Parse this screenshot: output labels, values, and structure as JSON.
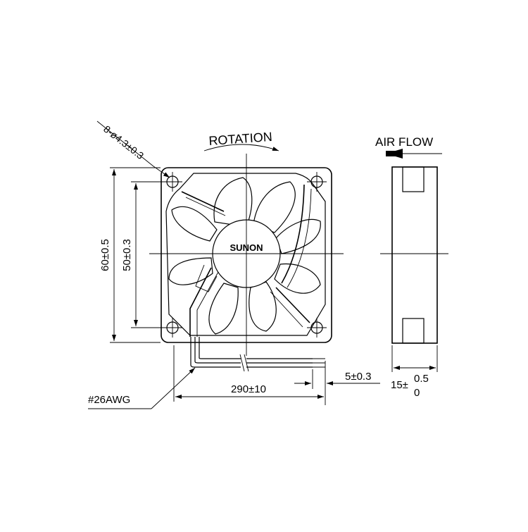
{
  "dimensions": {
    "holes": "8-ø4.3±0.3",
    "rotation": "ROTATION",
    "air_flow": "AIR FLOW",
    "brand": "SUNON",
    "height_outer": "60±0.5",
    "height_holes": "50±0.3",
    "cable_length": "290±10",
    "strip_length": "5±0.3",
    "thickness_base": "15±",
    "thickness_upper": "0.5",
    "thickness_lower": "0",
    "wire_gauge": "#26AWG"
  }
}
